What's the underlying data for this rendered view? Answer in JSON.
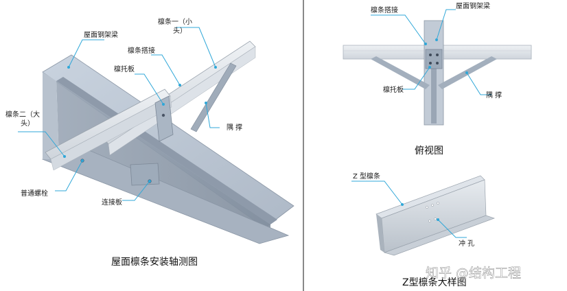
{
  "left_panel": {
    "labels": {
      "roof_beam": "屋面钢架梁",
      "purlin_one": "檩条一（小",
      "purlin_one_b": "头）",
      "purlin_lap": "檩条搭接",
      "purlin_bracket": "檩托板",
      "purlin_two": "檩条二（大",
      "purlin_two_b": "头）",
      "brace": "隅 撑",
      "bolt": "普通螺栓",
      "connect_plate": "连接板"
    },
    "caption": "屋面檩条安装轴测图"
  },
  "top_right_panel": {
    "labels": {
      "purlin_lap": "檩条搭接",
      "roof_beam": "屋面钢架梁",
      "purlin_bracket": "檩托板",
      "brace": "隅 撑"
    },
    "caption": "俯视图"
  },
  "bottom_right_panel": {
    "labels": {
      "z_purlin": "Z 型檩条",
      "punch_hole": "冲 孔"
    },
    "caption": "Z型檩条大样图"
  },
  "watermark": "知乎 @结构工程"
}
